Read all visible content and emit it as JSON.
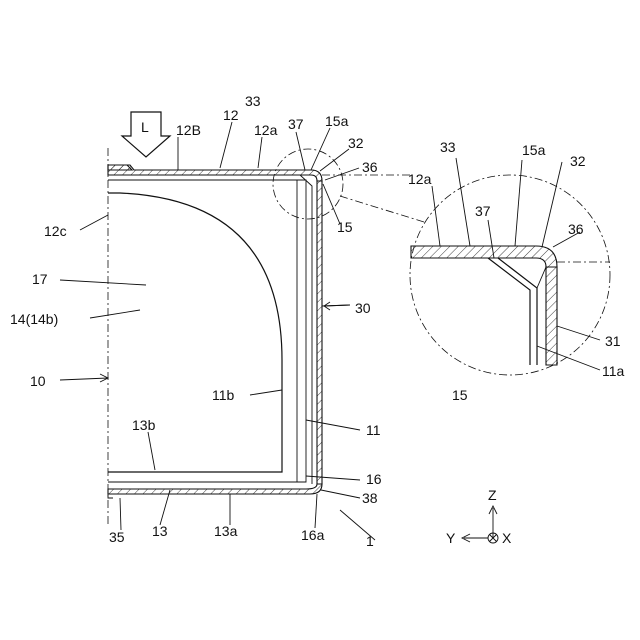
{
  "labels": {
    "L": "L",
    "l12B": "12B",
    "l12": "12",
    "l33": "33",
    "l12a": "12a",
    "l37": "37",
    "l15a": "15a",
    "l32": "32",
    "l36": "36",
    "l15": "15",
    "l12c": "12c",
    "l17": "17",
    "l14": "14(14b)",
    "l30": "30",
    "l10": "10",
    "l11b": "11b",
    "l11": "11",
    "l13b": "13b",
    "l16": "16",
    "l38": "38",
    "l35": "35",
    "l13": "13",
    "l13a": "13a",
    "l16a": "16a",
    "l1": "1",
    "d12a": "12a",
    "d33": "33",
    "d15a": "15a",
    "d32": "32",
    "d37": "37",
    "d36": "36",
    "d31": "31",
    "d11a": "11a",
    "d15": "15"
  },
  "axes": {
    "z": "Z",
    "y": "Y",
    "x": "X"
  }
}
